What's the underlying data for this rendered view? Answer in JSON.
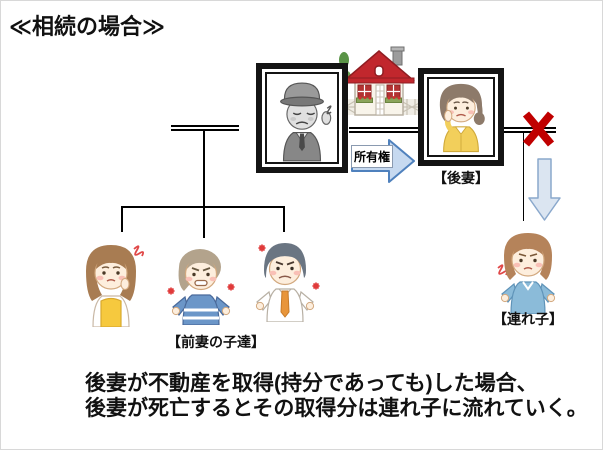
{
  "title": "≪相続の場合≫",
  "diagram": {
    "labels": {
      "second_wife": "【後妻】",
      "first_wife_children": "【前妻の子達】",
      "stepchild": "【連れ子】",
      "ownership": "所有権"
    },
    "icons": {
      "husband_portrait": "deceased-husband-grayscale-portrait",
      "wife_portrait": "second-wife-portrait",
      "house": "red-roof-house",
      "ownership_arrow": "right-block-arrow",
      "severed_tie": "red-x-mark",
      "inheritance_arrow": "down-block-arrow",
      "children": [
        "worried-daughter",
        "angry-child-striped-shirt",
        "angry-son-with-tie"
      ],
      "stepchild": "stepdaughter"
    },
    "colors": {
      "x_mark": "#c00000",
      "inheritance_arrow_fill": "#dbe5f1",
      "inheritance_arrow_stroke": "#8aa8cc",
      "ownership_arrow_fill": "#c6d9f0",
      "ownership_arrow_stroke": "#4f81bd",
      "tree_line": "#000000"
    }
  },
  "caption": {
    "line1": "後妻が不動産を取得(持分であっても)した場合、",
    "line2": "後妻が死亡するとその取得分は連れ子に流れていく。"
  }
}
